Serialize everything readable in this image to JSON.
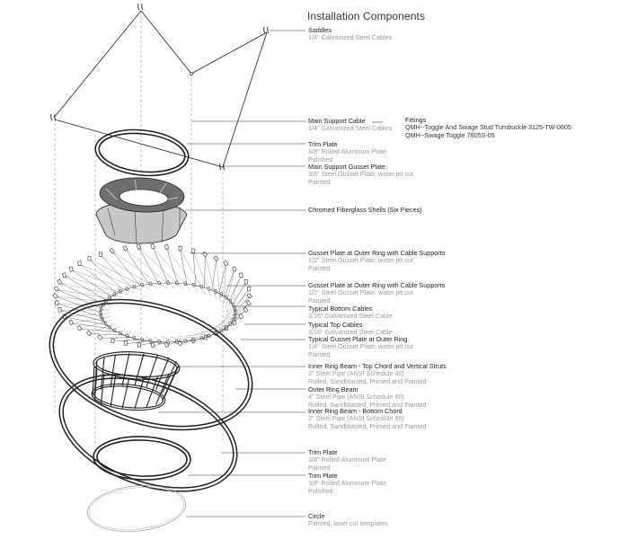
{
  "title": "Installation Components",
  "components": [
    {
      "name": "Saddles",
      "specs": [
        "1/4\" Galvanized Steel Cables"
      ]
    },
    {
      "name": "Main Support Cable",
      "specs": [
        "1/4\" Galvanized Steel Cables"
      ]
    },
    {
      "name": "Trim Plate",
      "specs": [
        "3/8\" Rolled Aluminum Plate",
        "Polished"
      ]
    },
    {
      "name": "Main Support Gusset Plate",
      "specs": [
        "3/8\" Steel Gusset Plate, water jet cut",
        "Painted"
      ]
    },
    {
      "name": "Chromed Fiberglass Shells (Six Pieces)",
      "specs": []
    },
    {
      "name": "Gusset Plate at Outer Ring with Cable Supports",
      "specs": [
        "1/2\" Steel Gusset Plate, water jet cut",
        "Painted"
      ]
    },
    {
      "name": "Gusset Plate at Outer Ring with Cable Supports",
      "specs": [
        "1/2\" Steel Gusset Plate, water jet cut",
        "Painted"
      ]
    },
    {
      "name": "Typical Bottom Cables",
      "specs": [
        "3/16\" Galvanized Steel Cable"
      ]
    },
    {
      "name": "Typical Top Cables",
      "specs": [
        "3/16\" Galvanized Steel Cable"
      ]
    },
    {
      "name": "Typical Gusset Plate at Outer Ring",
      "specs": [
        "1/4\" Steel Gusset Plate, water jet cut",
        "Painted"
      ]
    },
    {
      "name": "Inner Ring Beam - Top Chord and Vertical Struts",
      "specs": [
        "2\" Steel Pipe (ANSI Schedule 40)",
        "Rolled, Sandblasted, Primed and Painted"
      ]
    },
    {
      "name": "Outer Ring Beam",
      "specs": [
        "4\" Steel Pipe (ANSI Schedule 80)",
        "Rolled, Sandblasted, Primed and Painted"
      ]
    },
    {
      "name": "Inner Ring Beam - Bottom Chord",
      "specs": [
        "2\" Steel Pipe (ANSI Schedule 80)",
        "Rolled, Sandblasted, Primed and Painted"
      ]
    },
    {
      "name": "Trim Plate",
      "specs": [
        "3/8\" Rolled Aluminum Plate",
        "Painted"
      ]
    },
    {
      "name": "Trim Plate",
      "specs": [
        "3/8\" Rolled Aluminum Plate",
        "Polished"
      ]
    },
    {
      "name": "Circle",
      "specs": [
        "Painted, laser cut templates"
      ]
    }
  ],
  "fittings": {
    "name": "Fittings",
    "lines": [
      "QMH--Toggle And Swage Stud Turnbuckle  3125-TW-0605",
      "QMH--Swage Toggle 7805S-05"
    ]
  },
  "colors": {
    "title": "#333333",
    "name": "#222222",
    "spec": "#9a9a9a",
    "linework": "#222222",
    "shell_dark": "#6f6f6f",
    "shell_light": "#c8c8c8"
  }
}
